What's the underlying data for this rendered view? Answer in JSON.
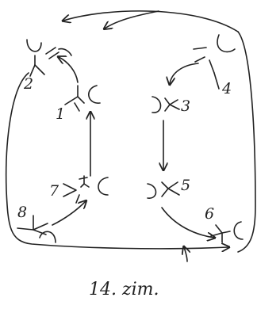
{
  "diagram": {
    "nodes": [
      {
        "id": "n1",
        "label": "1"
      },
      {
        "id": "n2",
        "label": "2"
      },
      {
        "id": "n3",
        "label": "3"
      },
      {
        "id": "n4",
        "label": "4"
      },
      {
        "id": "n5",
        "label": "5"
      },
      {
        "id": "n6",
        "label": "6"
      },
      {
        "id": "n7",
        "label": "7"
      },
      {
        "id": "n8",
        "label": "8"
      }
    ],
    "caption": "14. zim."
  }
}
